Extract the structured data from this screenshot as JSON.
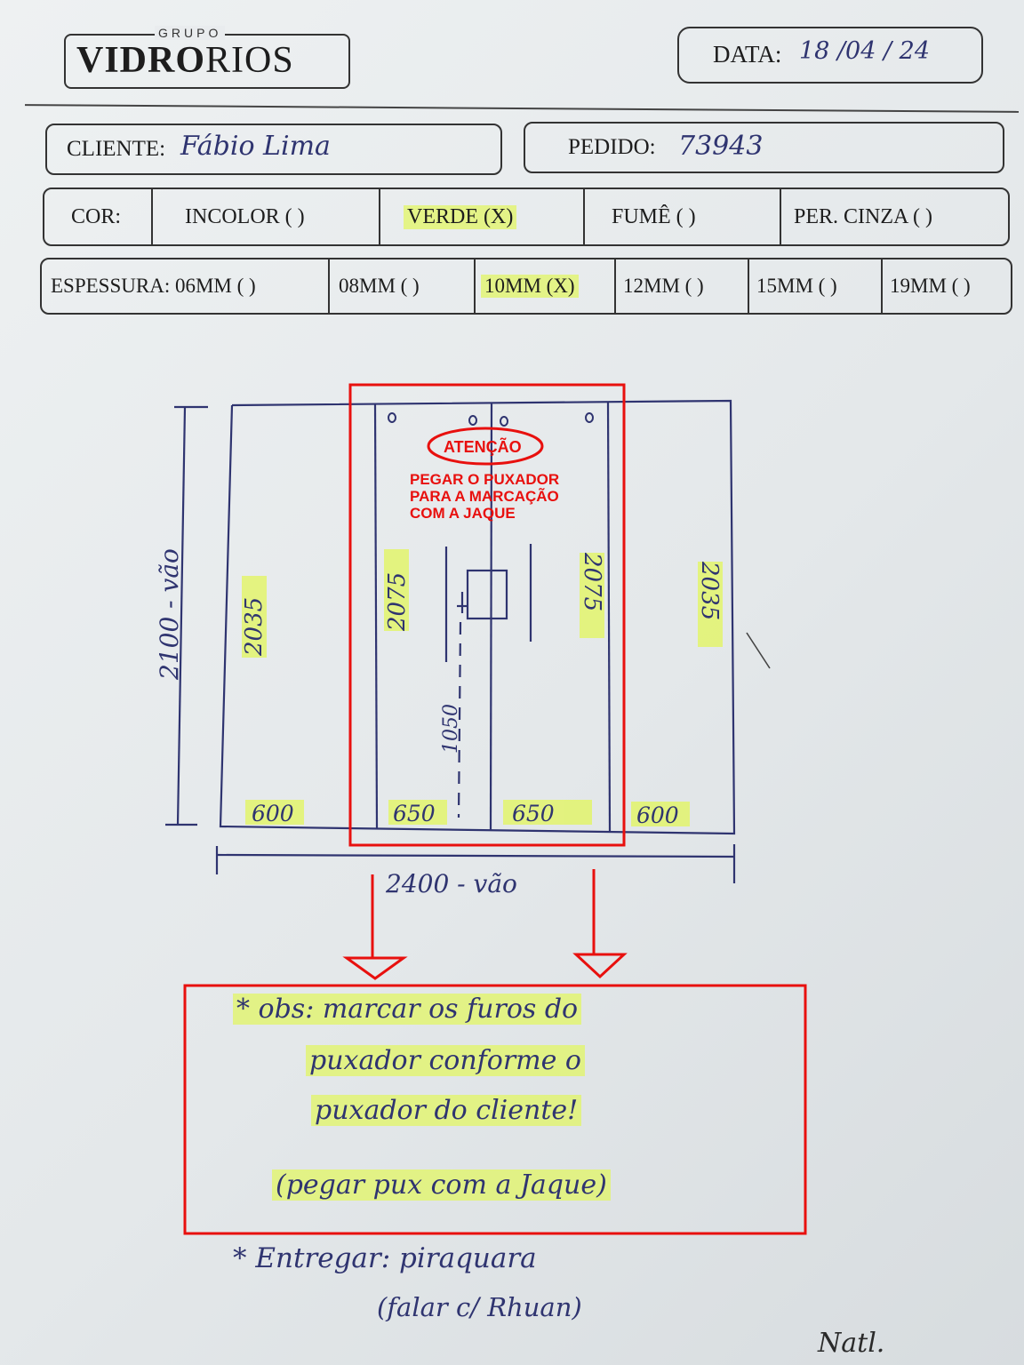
{
  "header": {
    "logo_group": "GRUPO",
    "logo_bold": "VIDRO",
    "logo_light": "RIOS",
    "date_label": "DATA:",
    "date_value": "18 /04 / 24"
  },
  "order": {
    "client_label": "CLIENTE:",
    "client_value": "Fábio Lima",
    "order_label": "PEDIDO:",
    "order_value": "73943"
  },
  "color_row": {
    "label": "COR:",
    "options": [
      "INCOLOR (     )",
      "VERDE (X)",
      "FUMÊ (     )",
      "PER. CINZA (     )"
    ],
    "selected": "VERDE (X)"
  },
  "thickness_row": {
    "options": [
      "ESPESSURA: 06MM (     )",
      "08MM (     )",
      "10MM (X)",
      "12MM (     )",
      "15MM (     )",
      "19MM (     )"
    ],
    "selected": "10MM (X)"
  },
  "drawing": {
    "height_label": "2100 - vão",
    "width_label": "2400 - vão",
    "panel_heights": [
      "2035",
      "2075",
      "2075",
      "2035"
    ],
    "panel_widths": [
      "600",
      "650",
      "650",
      "600"
    ],
    "handle_height": "1050"
  },
  "annotation": {
    "title": "ATENÇÃO",
    "lines": [
      "PEGAR O PUXADOR",
      "PARA A MARCAÇÃO",
      "COM A JAQUE"
    ]
  },
  "notes": {
    "obs_lines": [
      "* obs: marcar os furos do",
      "puxador conforme o",
      "puxador do cliente!",
      "(pegar pux com a Jaque)"
    ],
    "delivery_lines": [
      "* Entregar: piraquara",
      "(falar c/ Rhuan)"
    ],
    "signature": "Natl."
  },
  "colors": {
    "annotation_red": "#e8100e",
    "highlight": "#e2f564",
    "ink": "#2f3470"
  }
}
